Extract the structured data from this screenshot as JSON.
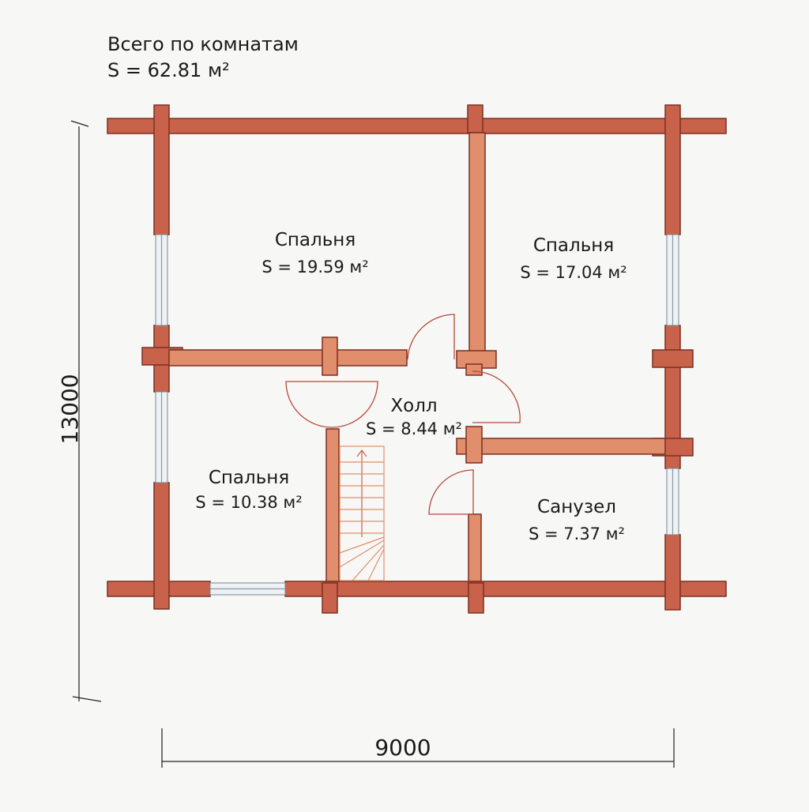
{
  "summary": {
    "title": "Всего по комнатам",
    "total_area": "S = 62.81 м²"
  },
  "rooms": [
    {
      "name": "Спальня",
      "area": "S = 19.59 м²"
    },
    {
      "name": "Спальня",
      "area": "S = 17.04 м²"
    },
    {
      "name": "Холл",
      "area": "S = 8.44 м²"
    },
    {
      "name": "Спальня",
      "area": "S = 10.38 м²"
    },
    {
      "name": "Санузел",
      "area": "S = 7.37 м²"
    }
  ],
  "dimensions": {
    "height": "13000",
    "width": "9000"
  },
  "colors": {
    "wall_outer": "#c9624a",
    "wall_inner": "#e08e6b",
    "wall_stroke": "#7a2f22",
    "window_glass": "#dde5ea",
    "door_swing": "#b74a3a",
    "background": "#f7f7f6"
  }
}
